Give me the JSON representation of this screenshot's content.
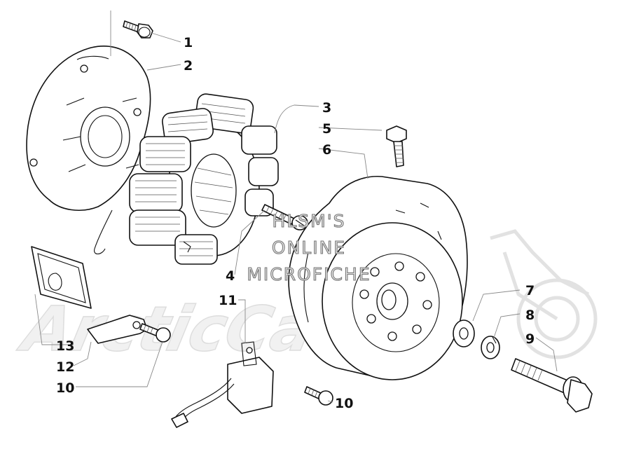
{
  "watermark": {
    "logo_text": "ArcticCat",
    "line1": "HLSM'S",
    "line2": "ONLINE",
    "line3": "MICROFICHE"
  },
  "callouts": [
    {
      "id": "1",
      "label": "1"
    },
    {
      "id": "2",
      "label": "2"
    },
    {
      "id": "3",
      "label": "3"
    },
    {
      "id": "4",
      "label": "4"
    },
    {
      "id": "5",
      "label": "5"
    },
    {
      "id": "6",
      "label": "6"
    },
    {
      "id": "7",
      "label": "7"
    },
    {
      "id": "8",
      "label": "8"
    },
    {
      "id": "9",
      "label": "9"
    },
    {
      "id": "10a",
      "label": "10"
    },
    {
      "id": "10b",
      "label": "10"
    },
    {
      "id": "11",
      "label": "11"
    },
    {
      "id": "12",
      "label": "12"
    },
    {
      "id": "13",
      "label": "13"
    }
  ],
  "parts": [
    {
      "callout": "1",
      "icon": "flange-bolt-icon"
    },
    {
      "callout": "2",
      "icon": "stator-cover-icon"
    },
    {
      "callout": "3",
      "icon": "stator-coil-icon"
    },
    {
      "callout": "4",
      "icon": "screw-icon"
    },
    {
      "callout": "5",
      "icon": "flange-bolt-icon"
    },
    {
      "callout": "6",
      "icon": "flywheel-icon"
    },
    {
      "callout": "7",
      "icon": "washer-icon"
    },
    {
      "callout": "8",
      "icon": "lock-washer-icon"
    },
    {
      "callout": "9",
      "icon": "hex-bolt-icon"
    },
    {
      "callout": "10",
      "icon": "screw-icon"
    },
    {
      "callout": "11",
      "icon": "pickup-coil-icon"
    },
    {
      "callout": "12",
      "icon": "clamp-icon"
    },
    {
      "callout": "13",
      "icon": "grommet-icon"
    }
  ],
  "colors": {
    "line_art": "#111111",
    "leader_lines": "#888888",
    "background": "#ffffff",
    "watermark": "#e0e0e0"
  }
}
